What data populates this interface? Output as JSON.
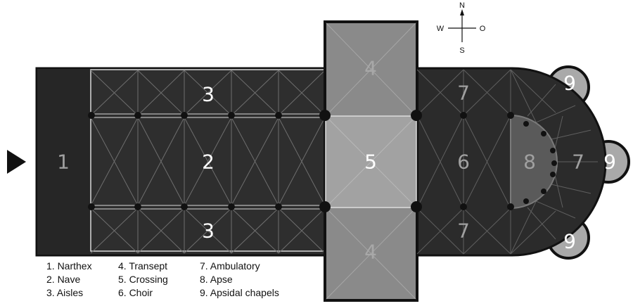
{
  "compass": {
    "north": "N",
    "west": "W",
    "east": "O",
    "south": "S"
  },
  "areas": {
    "narthex": "1",
    "nave": "2",
    "aisle_north": "3",
    "aisle_south": "3",
    "transept_north": "4",
    "transept_south": "4",
    "crossing": "5",
    "choir": "6",
    "ambulatory_north": "7",
    "ambulatory_south": "7",
    "ambulatory_east": "7",
    "apse": "8",
    "chapel_north": "9",
    "chapel_east": "9",
    "chapel_south": "9"
  },
  "legend": [
    "1. Narthex",
    "4. Transept",
    "7. Ambulatory",
    "2. Nave",
    "5. Crossing",
    "8. Apse",
    "3. Aisles",
    "6. Choir",
    "9. Apsidal chapels"
  ],
  "colors": {
    "dark": "#2b2b2b",
    "narthex": "#262626",
    "transept": "#8a8a8a",
    "crossing": "#a2a2a2",
    "apse": "#5a5a5a",
    "chapel": "#a9a9a9",
    "rib_line": "#6e6e6e",
    "pillar": "#111111",
    "label_light": "#ffffff",
    "label_grey": "#a0a0a0"
  }
}
